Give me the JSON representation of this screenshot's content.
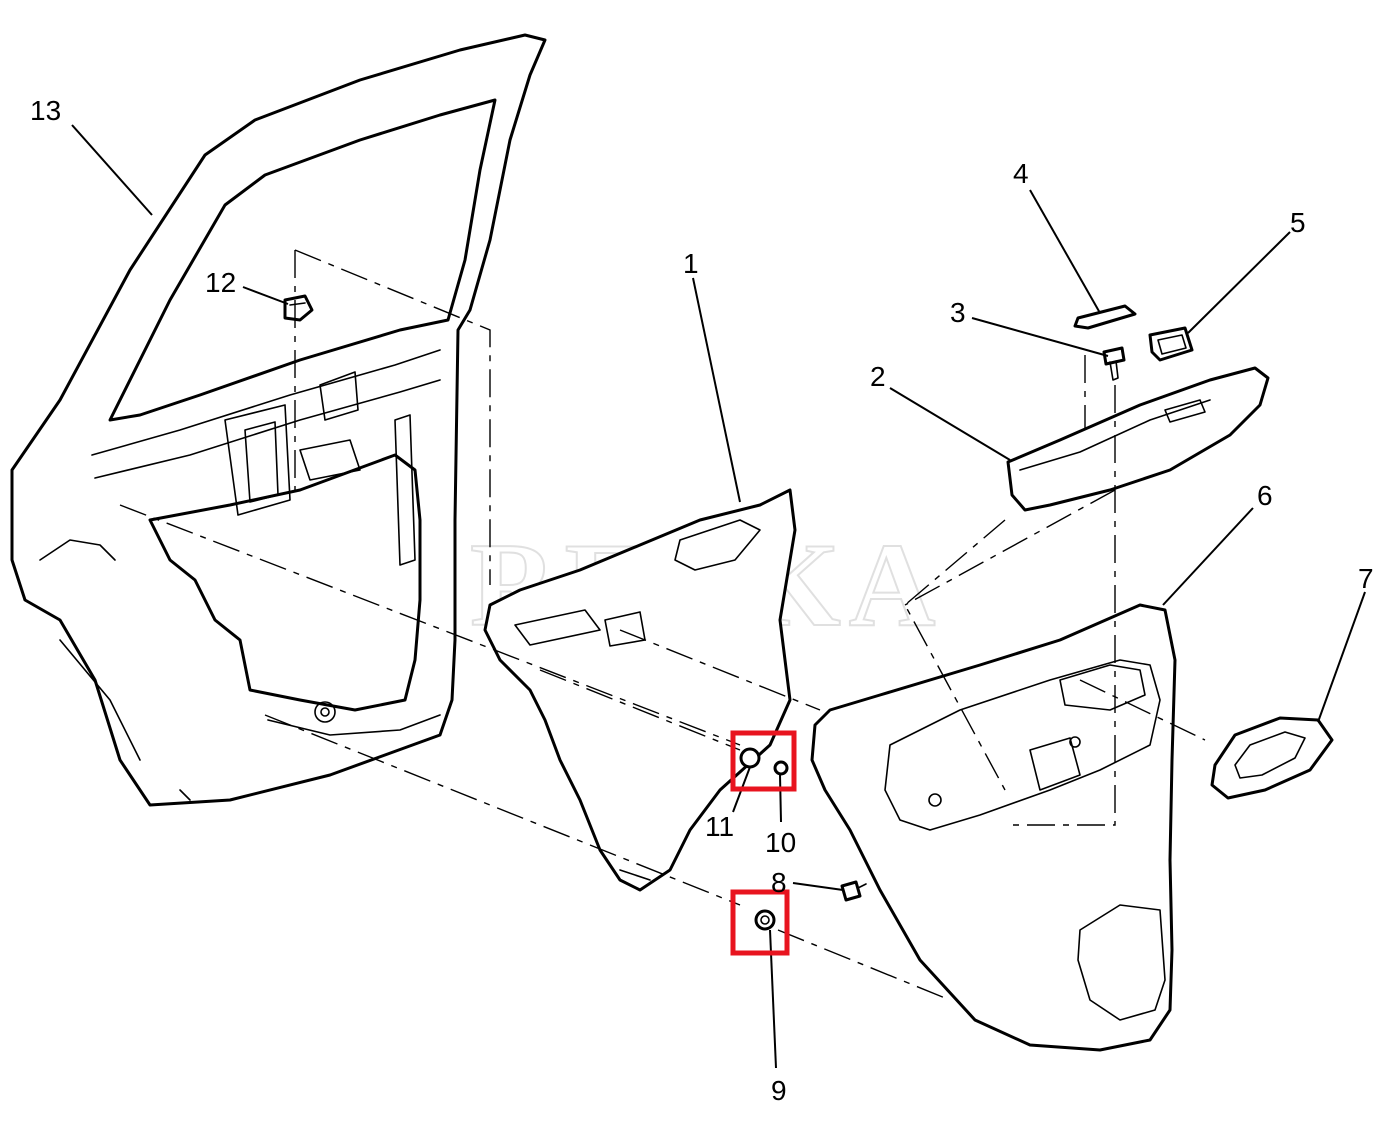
{
  "diagram": {
    "type": "exploded-parts-diagram",
    "watermark": "REXKA",
    "callouts": [
      "1",
      "2",
      "3",
      "4",
      "5",
      "6",
      "7",
      "8",
      "9",
      "10",
      "11",
      "12",
      "13"
    ],
    "highlighted_callouts": [
      "9",
      "10",
      "11"
    ],
    "highlight_color": "#e8141f"
  }
}
